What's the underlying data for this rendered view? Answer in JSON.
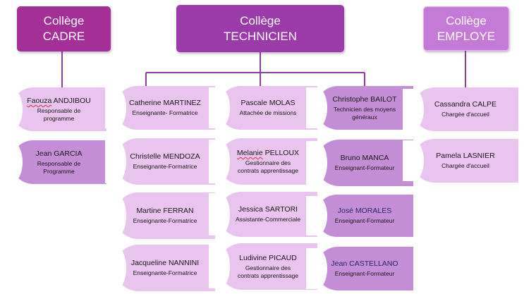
{
  "headers": {
    "cadre": {
      "line1": "Collège",
      "line2": "CADRE"
    },
    "technicien": {
      "line1": "Collège",
      "line2": "TECHNICIEN"
    },
    "employe": {
      "line1": "Collège",
      "line2": "EMPLOYE"
    }
  },
  "cadre": [
    {
      "name_underlined": "Faouza",
      "name_rest": " ANDJIBOU",
      "role": "Responsable de programme"
    },
    {
      "name": "Jean GARCIA",
      "role": "Responsable de Programme"
    }
  ],
  "technicien_col1": [
    {
      "name": "Catherine MARTINEZ",
      "role": "Enseignante- Formatrice"
    },
    {
      "name": "Christelle MENDOZA",
      "role": "Enseignante-Formatrice"
    },
    {
      "name": "Martine FERRAN",
      "role": "Enseignante-Formatrice"
    },
    {
      "name": "Jacqueline NANNINI",
      "role": "Enseignante-Formatrice"
    }
  ],
  "technicien_col2": [
    {
      "name": "Pascale MOLAS",
      "role": "Attachée de missions"
    },
    {
      "name_underlined": "Melanie",
      "name_rest": " PELLOUX",
      "role": "Gestionnaire des contrats apprentissage"
    },
    {
      "name": "Jessica SARTORI",
      "role": "Assistante-Commerciale"
    },
    {
      "name": "Ludivine PICAUD",
      "role": "Gestionnaire des contrats apprentissage"
    }
  ],
  "technicien_col3": [
    {
      "name": "Christophe BAILOT",
      "role": "Technicien des moyens généraux"
    },
    {
      "name": "Bruno MANCA",
      "role": "Enseignant-Formateur"
    },
    {
      "name": "José MORALES",
      "role": "Enseignant-Formateur"
    },
    {
      "name": "Jean CASTELLANO",
      "role": "Enseignant-Formateur"
    }
  ],
  "employe": [
    {
      "name": "Cassandra CALPE",
      "role": "Chargée d'accueil"
    },
    {
      "name": "Pamela LASNIER",
      "role": "Chargée d'accueil"
    }
  ],
  "colors": {
    "header_cadre": "#a42f97",
    "header_technicien": "#9b3ba9",
    "header_employe": "#c57ad8",
    "card_light": "#e9c4ee",
    "card_dark": "#c48ed6",
    "connector": "#8a3fa0"
  }
}
